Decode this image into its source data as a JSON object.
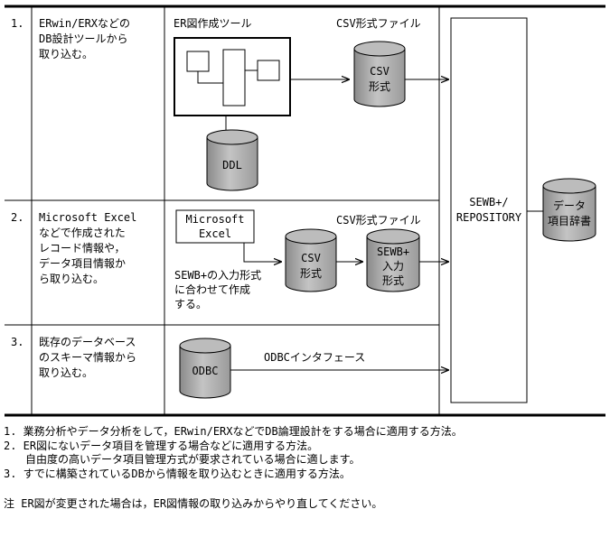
{
  "rows": [
    {
      "num": "1.",
      "desc": [
        "ERwin/ERXなどの",
        "DB設計ツールから",
        "取り込む。"
      ]
    },
    {
      "num": "2.",
      "desc": [
        "Microsoft Excel",
        "などで作成された",
        "レコード情報や，",
        "データ項目情報か",
        "ら取り込む。"
      ]
    },
    {
      "num": "3.",
      "desc": [
        "既存のデータベース",
        "のスキーマ情報から",
        "取り込む。"
      ]
    }
  ],
  "row1": {
    "tool_label": "ER図作成ツール",
    "csv_file_label": "CSV形式ファイル",
    "csv_cylinder": [
      "CSV",
      "形式"
    ],
    "ddl_cylinder": "DDL"
  },
  "row2": {
    "excel_box": [
      "Microsoft",
      "Excel"
    ],
    "csv_file_label": "CSV形式ファイル",
    "csv_cylinder": [
      "CSV",
      "形式"
    ],
    "sewb_cylinder": [
      "SEWB+",
      "入力",
      "形式"
    ],
    "note": [
      "SEWB+の入力形式",
      "に合わせて作成",
      "する。"
    ]
  },
  "row3": {
    "odbc_cylinder": "ODBC",
    "interface_label": "ODBCインタフェース"
  },
  "repository": [
    "SEWB+/",
    "REPOSITORY"
  ],
  "dictionary": [
    "データ",
    "項目辞書"
  ],
  "notes": {
    "n1": "1. 業務分析やデータ分析をして，ERwin/ERXなどでDB論理設計をする場合に適用する方法。",
    "n2": "2. ER図にないデータ項目を管理する場合などに適用する方法。",
    "n2b": "自由度の高いデータ項目管理方式が要求されている場合に適します。",
    "n3": "3. すでに構築されているDBから情報を取り込むときに適用する方法。",
    "footnote": "注  ER図が変更された場合は，ER図情報の取り込みからやり直してください。"
  }
}
